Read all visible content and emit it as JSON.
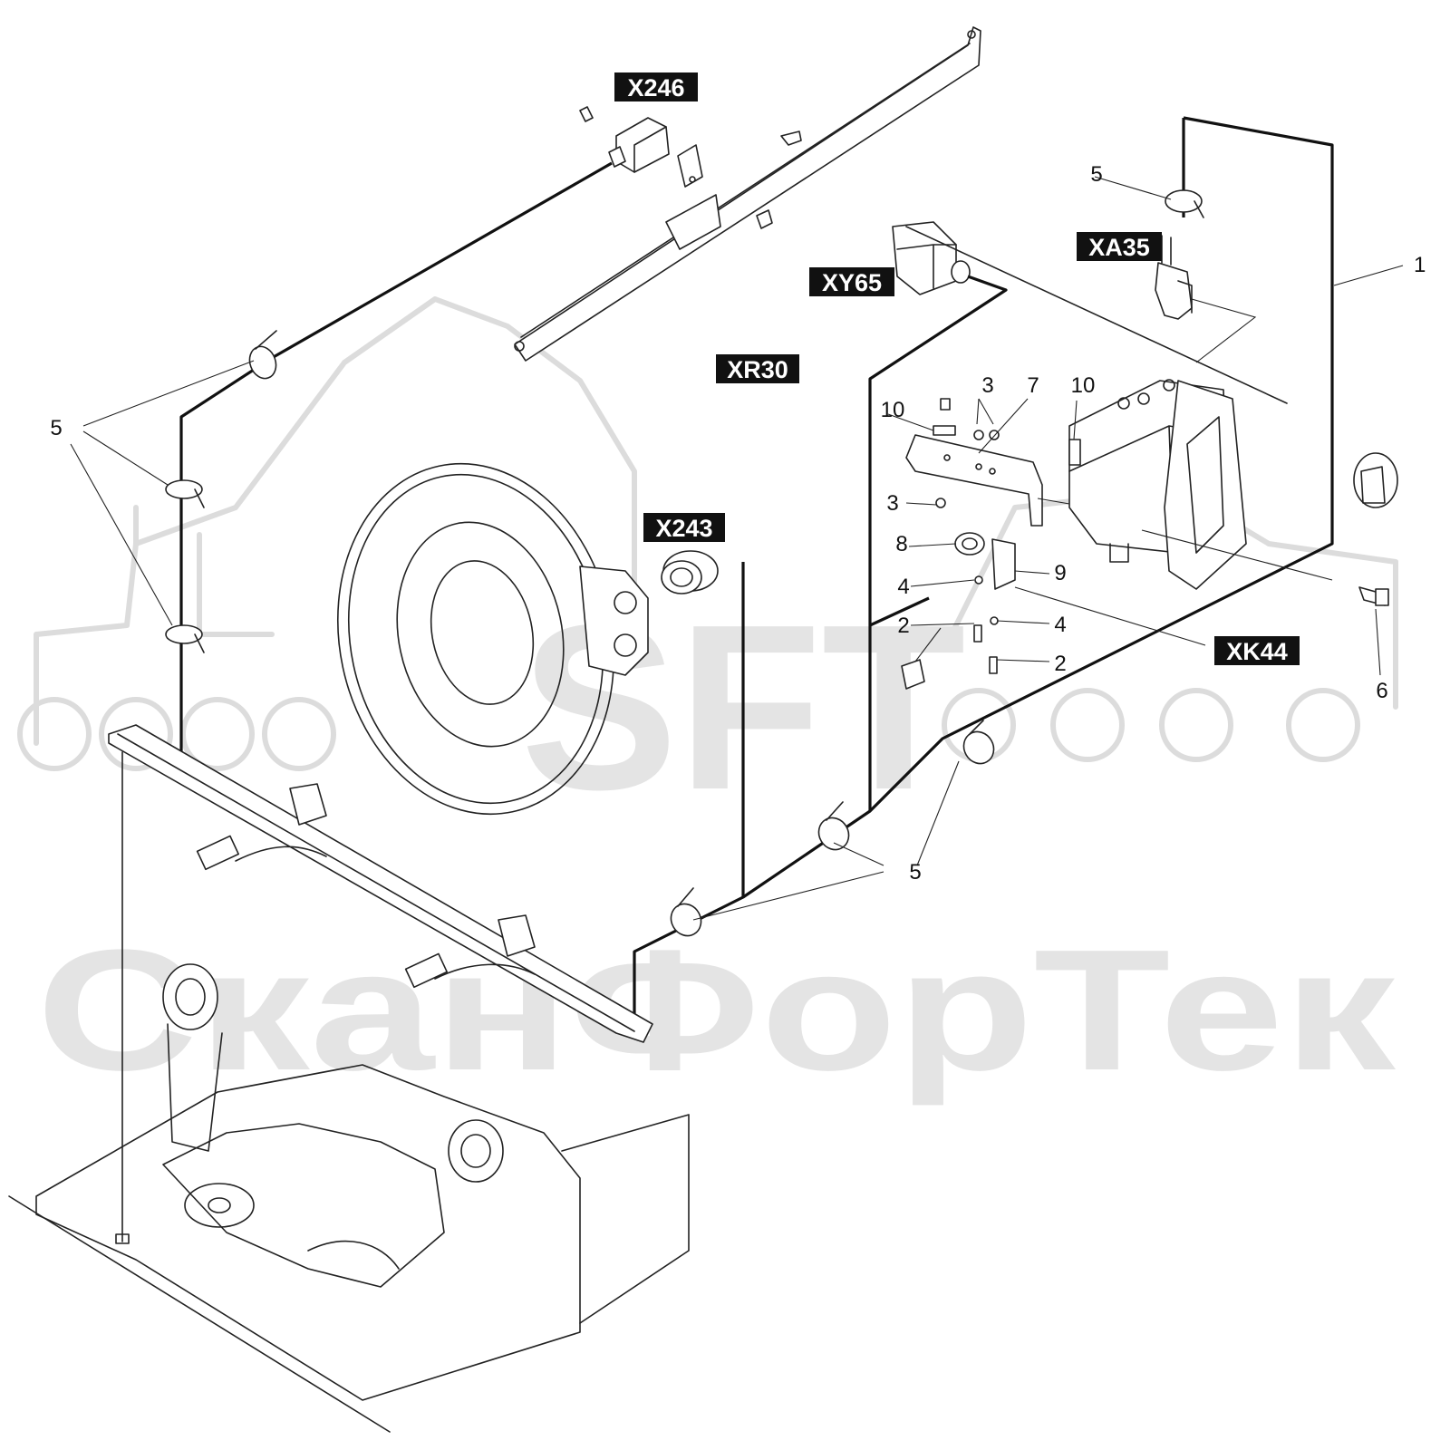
{
  "watermark": {
    "logo": "SFT",
    "text": "СканФорТек"
  },
  "connector_tags": [
    {
      "id": "x246",
      "label": "X246"
    },
    {
      "id": "xa35",
      "label": "XA35"
    },
    {
      "id": "xy65",
      "label": "XY65"
    },
    {
      "id": "xr30",
      "label": "XR30"
    },
    {
      "id": "x243",
      "label": "X243"
    },
    {
      "id": "xk44",
      "label": "XK44"
    }
  ],
  "callouts": [
    {
      "id": "c1",
      "label": "1"
    },
    {
      "id": "c5-top",
      "label": "5"
    },
    {
      "id": "c5-left",
      "label": "5"
    },
    {
      "id": "c5-bottom",
      "label": "5"
    },
    {
      "id": "c3a",
      "label": "3"
    },
    {
      "id": "c7",
      "label": "7"
    },
    {
      "id": "c10a",
      "label": "10"
    },
    {
      "id": "c10b",
      "label": "10"
    },
    {
      "id": "c3b",
      "label": "3"
    },
    {
      "id": "c8",
      "label": "8"
    },
    {
      "id": "c9",
      "label": "9"
    },
    {
      "id": "c4a",
      "label": "4"
    },
    {
      "id": "c2a",
      "label": "2"
    },
    {
      "id": "c4b",
      "label": "4"
    },
    {
      "id": "c2b",
      "label": "2"
    },
    {
      "id": "c6",
      "label": "6"
    }
  ]
}
